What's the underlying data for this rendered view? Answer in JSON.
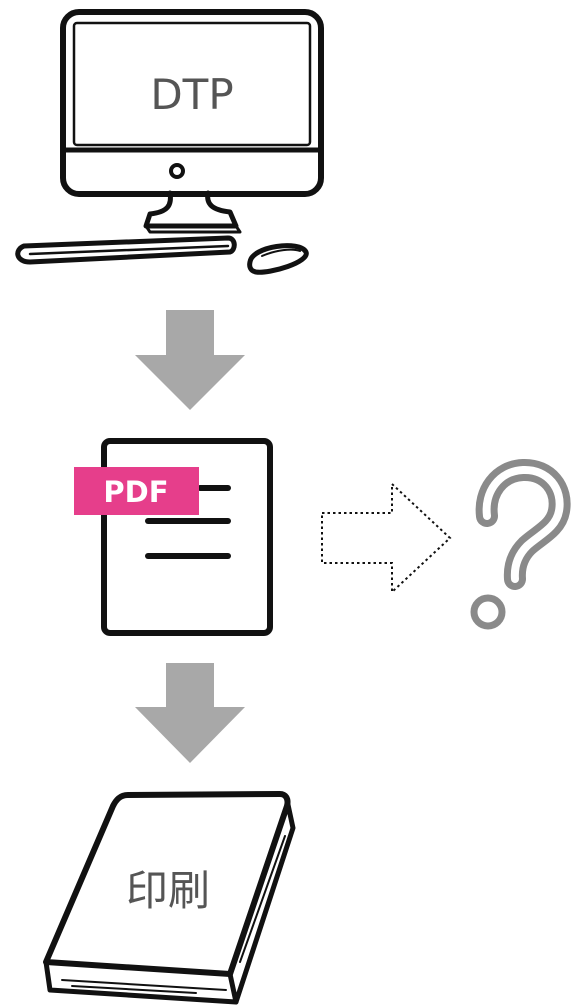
{
  "diagram": {
    "computer_label": "DTP",
    "pdf_badge": "PDF",
    "book_label": "印刷",
    "question_mark": "?"
  },
  "colors": {
    "ink": "#111111",
    "arrow_gray": "#a8a8a8",
    "badge_pink": "#e63e8b",
    "question_gray": "#8a8a8a",
    "text_gray": "#555555"
  },
  "icons": {
    "computer": "desktop-computer-icon",
    "keyboard": "keyboard-icon",
    "mouse": "mouse-icon",
    "document": "pdf-document-icon",
    "dotted_arrow": "dotted-arrow-right-icon",
    "question": "question-mark-icon",
    "book": "book-icon"
  }
}
